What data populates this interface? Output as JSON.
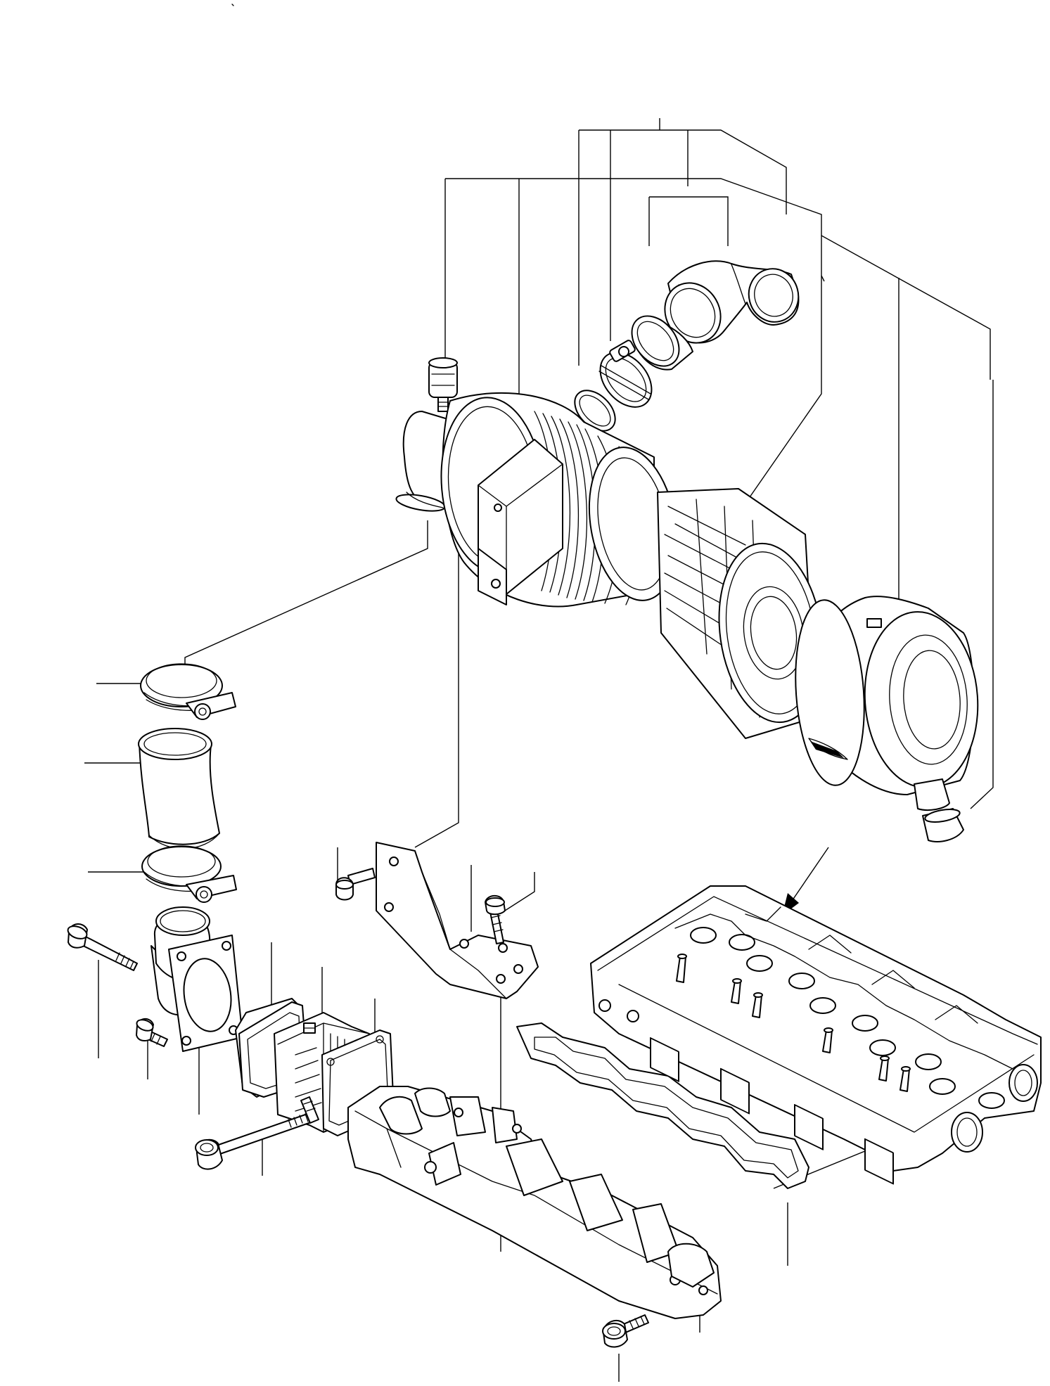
{
  "diagram": {
    "kind": "exploded-parts-view",
    "parts": [
      "elbow-hose",
      "hose-sleeve",
      "hose-clamp-upper",
      "clamp-ring",
      "dust-indicator",
      "air-cleaner-body",
      "safety-filter-element",
      "outer-cover",
      "dust-valve",
      "mounting-bracket",
      "bracket-bolt",
      "bracket-bolt-2",
      "hose-clamp",
      "connecting-hose",
      "hose-clamp-lower",
      "inlet-pipe-flange",
      "long-bolt",
      "short-bolt",
      "flange-gasket",
      "intake-heater",
      "heater-gasket",
      "intake-manifold",
      "manifold-gasket",
      "cylinder-head",
      "manifold-bolt",
      "manifold-mount-bolt"
    ],
    "colors": {
      "line": "#000000",
      "background": "#ffffff"
    }
  }
}
